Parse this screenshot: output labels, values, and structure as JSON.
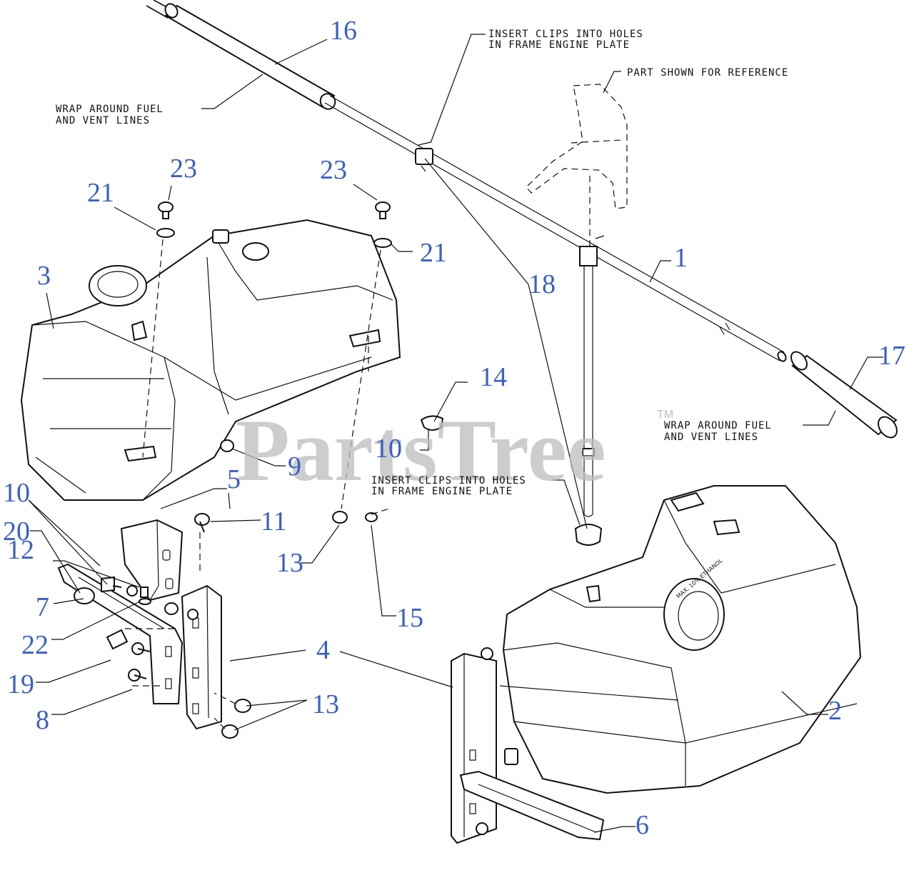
{
  "watermark": {
    "text": "PartsTree",
    "trademark": "TM"
  },
  "notes": {
    "wrap_top": [
      "WRAP AROUND FUEL",
      "AND VENT LINES"
    ],
    "wrap_right": [
      "WRAP AROUND FUEL",
      "AND VENT LINES"
    ],
    "clips_top": [
      "INSERT CLIPS INTO HOLES",
      "IN FRAME ENGINE PLATE"
    ],
    "clips_mid": [
      "INSERT CLIPS INTO HOLES",
      "IN FRAME ENGINE PLATE"
    ],
    "reference": "PART SHOWN FOR REFERENCE"
  },
  "callouts": {
    "c1": "1",
    "c2": "2",
    "c3": "3",
    "c4": "4",
    "c5": "5",
    "c6": "6",
    "c7": "7",
    "c8": "8",
    "c9": "9",
    "c10a": "10",
    "c10b": "10",
    "c11": "11",
    "c12": "12",
    "c13a": "13",
    "c13b": "13",
    "c14": "14",
    "c15": "15",
    "c16": "16",
    "c17": "17",
    "c18": "18",
    "c19": "19",
    "c20": "20",
    "c21a": "21",
    "c21b": "21",
    "c22": "22",
    "c23a": "23",
    "c23b": "23"
  },
  "cap_label": "MAX. 10% ETHANOL",
  "colors": {
    "callout": "#3a5fc6",
    "watermark": "#bdbdbd",
    "line": "#111111"
  }
}
